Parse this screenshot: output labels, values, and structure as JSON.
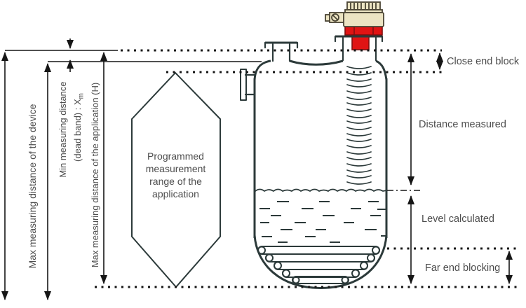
{
  "labels": {
    "max_device": "Max measuring distance of the device",
    "min_distance": "Min measuring distance",
    "dead_band": "(dead band) : X",
    "dead_band_sub": "m",
    "max_application": "Max measuring distance of the application (H)",
    "programmed_range": [
      "Programmed",
      "measurement",
      "range of the",
      "application"
    ],
    "close_end_block": "Close end block",
    "distance_measured": "Distance measured",
    "level_calculated": "Level calculated",
    "far_end_blocking": "Far end blocking"
  },
  "colors": {
    "line": "#2c3a3a",
    "dim": "#161616",
    "text": "#4d4d4d",
    "sensor_body": "#ece4c3",
    "sensor_body_line": "#4a4434",
    "sensor_red": "#e01414",
    "sensor_red_line": "#7e0f0f"
  }
}
